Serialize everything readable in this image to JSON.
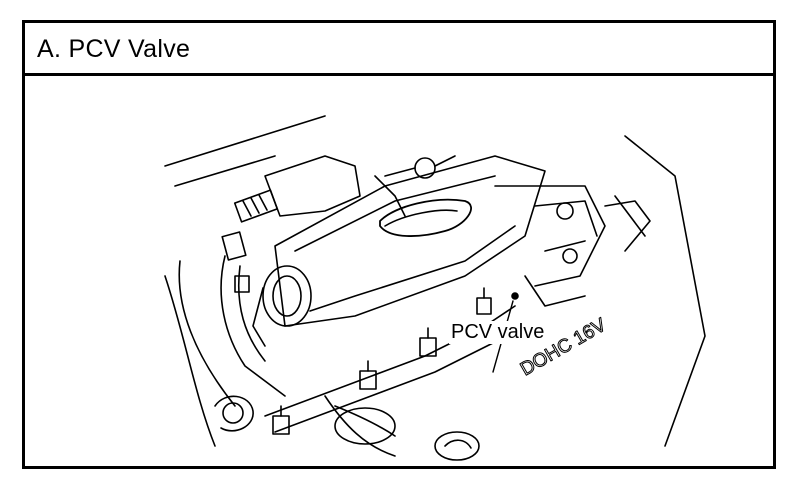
{
  "figure": {
    "title": "A. PCV Valve",
    "callout_label": "PCV valve",
    "engine_stamp": "DOHC 16V"
  },
  "colors": {
    "ink": "#000000",
    "paper": "#ffffff"
  }
}
